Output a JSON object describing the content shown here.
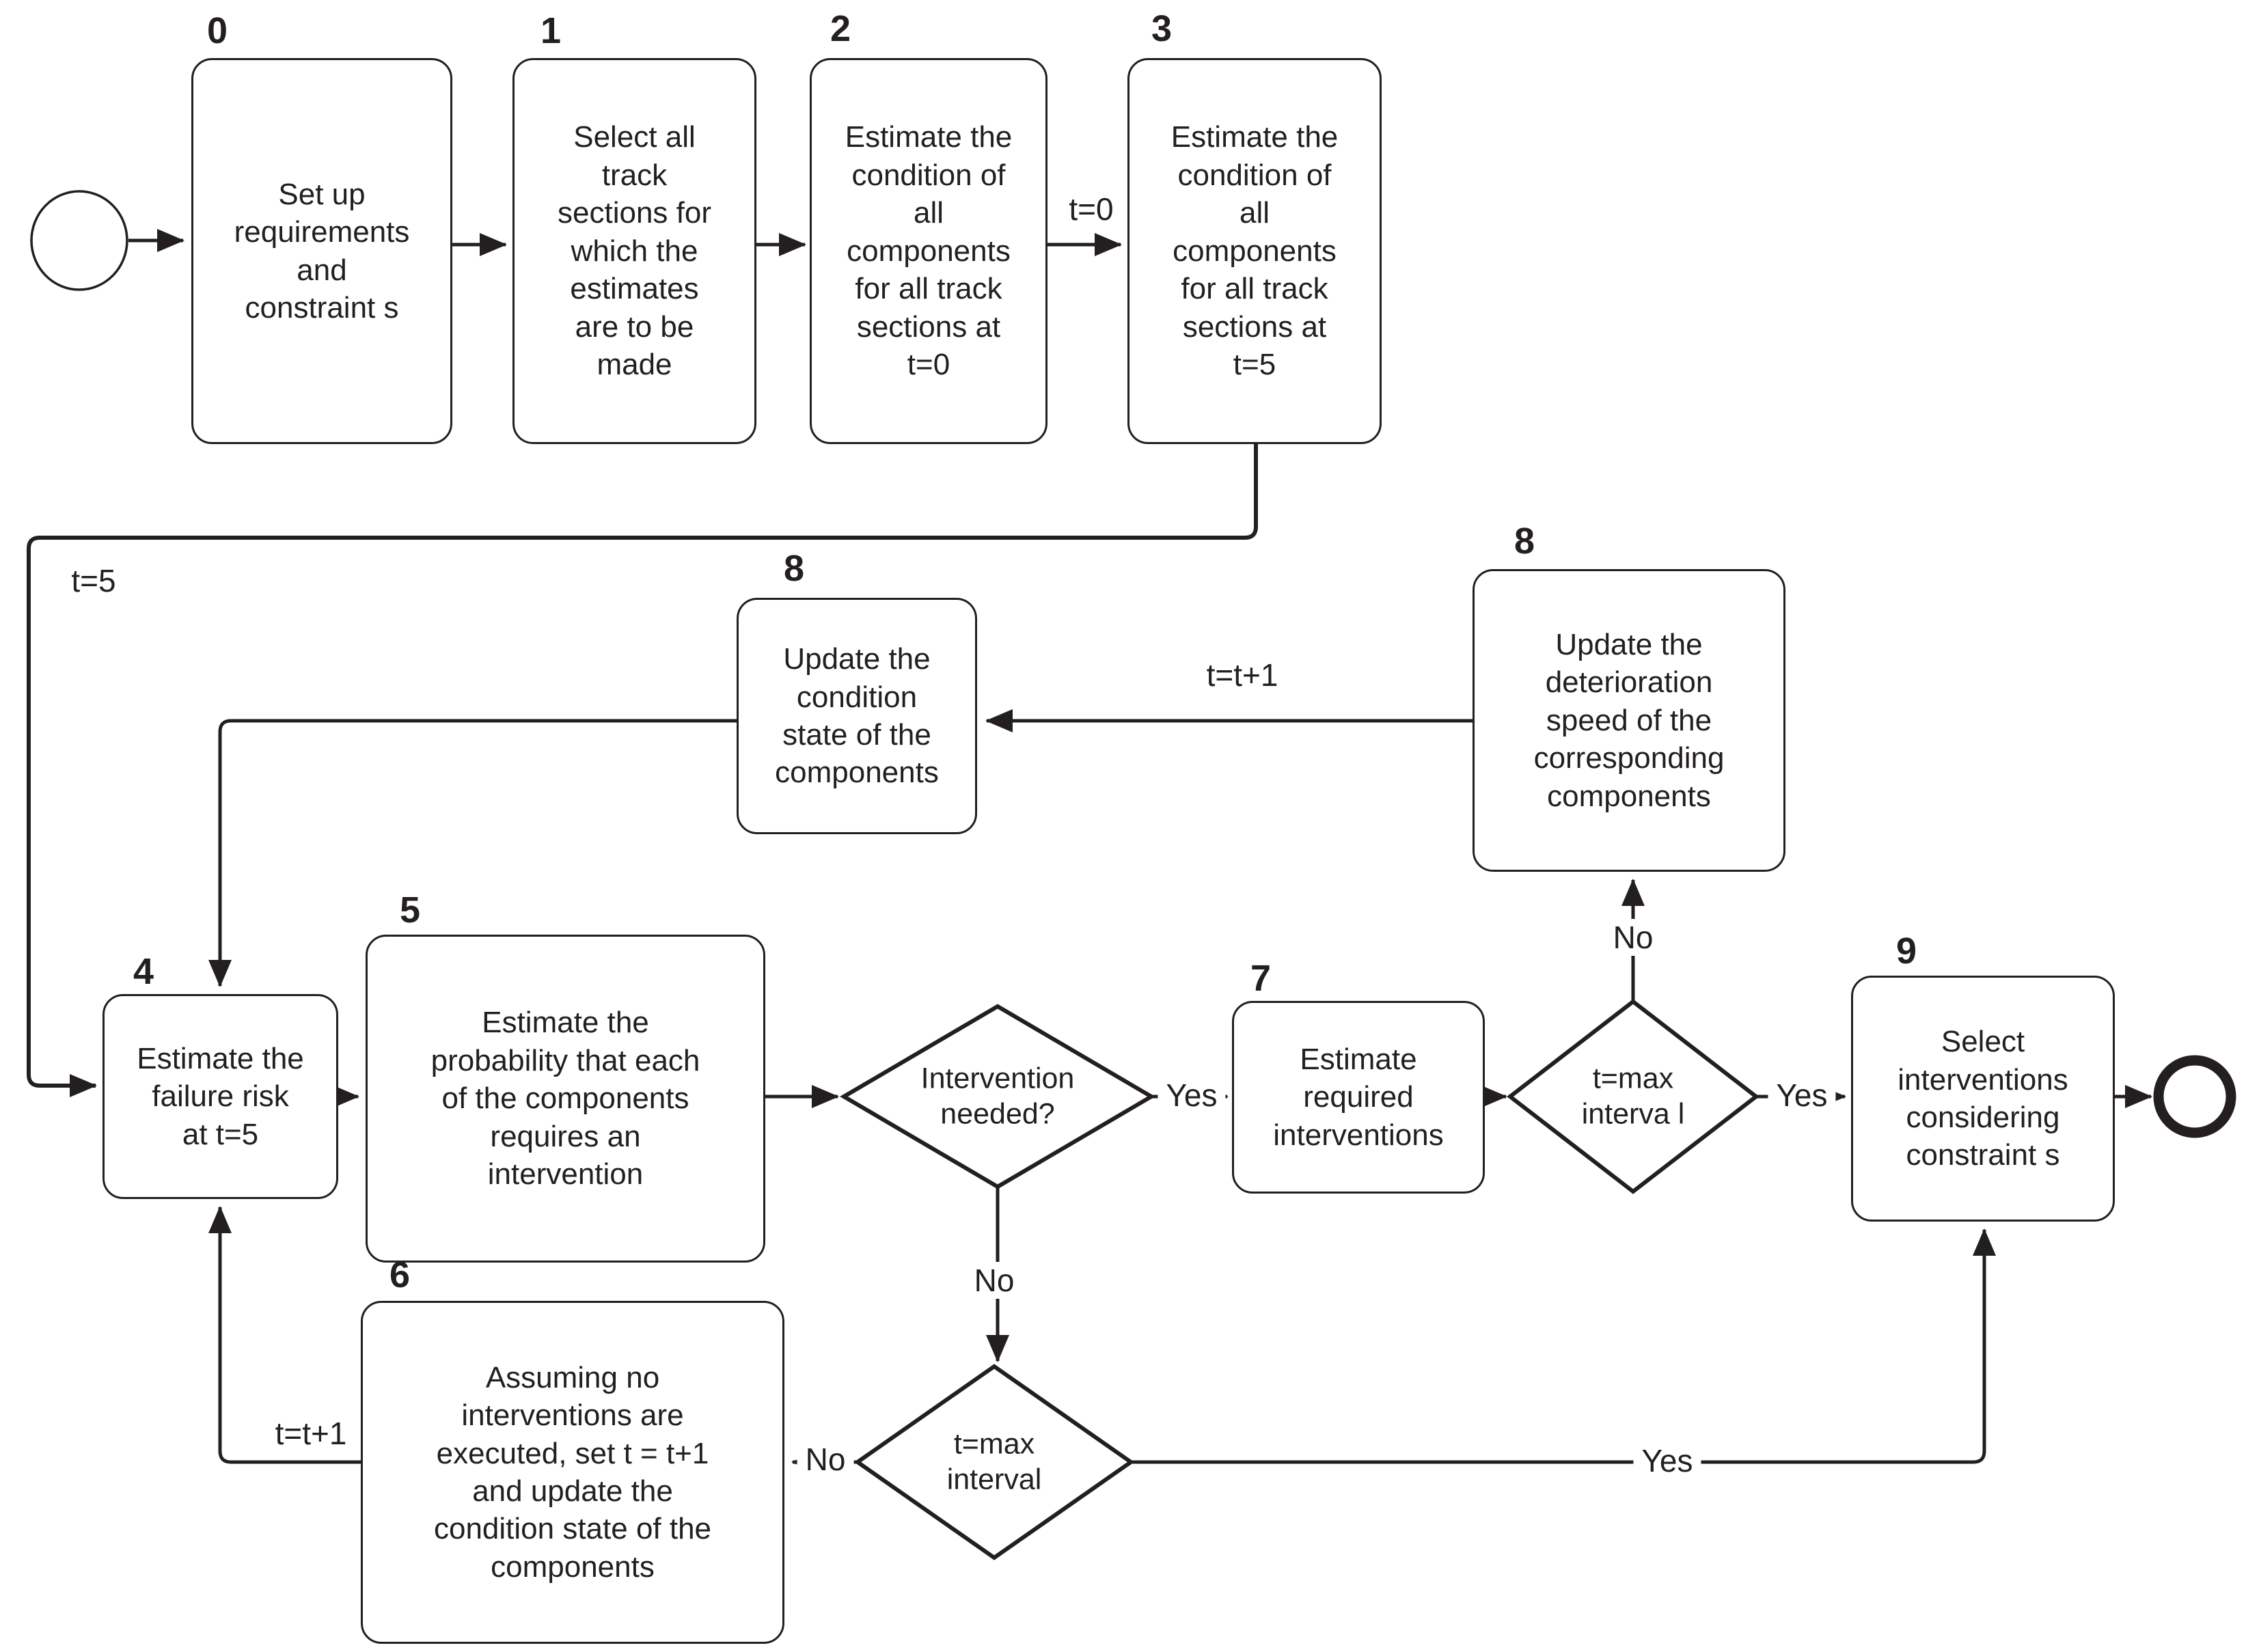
{
  "page": {
    "background": "#ffffff",
    "ink": "#231f20"
  },
  "nodes": {
    "start": {
      "name": "start"
    },
    "end": {
      "name": "end"
    },
    "box0": {
      "num": "0",
      "text": "Set up\nrequirements\nand\nconstraint s"
    },
    "box1": {
      "num": "1",
      "text": "Select all\ntrack\nsections for\nwhich the\nestimates\nare to be\nmade"
    },
    "box2": {
      "num": "2",
      "text": "Estimate the\ncondition of\nall\ncomponents\nfor all track\nsections at\nt=0"
    },
    "box3": {
      "num": "3",
      "text": "Estimate the\ncondition of\nall\ncomponents\nfor all track\nsections at\nt=5"
    },
    "box4": {
      "num": "4",
      "text": "Estimate the\nfailure risk\nat t=5"
    },
    "box5": {
      "num": "5",
      "text": "Estimate the\nprobability that each\nof the components\nrequires an\nintervention"
    },
    "box6": {
      "num": "6",
      "text": "Assuming no\ninterventions are\nexecuted, set t = t+1\nand update the\ncondition state of the\ncomponents"
    },
    "box7": {
      "num": "7",
      "text": "Estimate\nrequired\ninterventions"
    },
    "box8l": {
      "num": "8",
      "text": "Update the\ncondition\nstate of the\ncomponents"
    },
    "box8r": {
      "num": "8",
      "text": "Update the\ndeterioration\nspeed of the\ncorresponding\ncomponents"
    },
    "box9": {
      "num": "9",
      "text": "Select\ninterventions\nconsidering\nconstraint s"
    },
    "d1": {
      "text": "Intervention\nneeded?"
    },
    "d2": {
      "text": "t=max\ninterva l"
    },
    "d3": {
      "text": "t=max\ninterval"
    }
  },
  "edge_labels": {
    "t0": "t=0",
    "t5": "t=5",
    "tt1_top": "t=t+1",
    "tt1_bottom": "t=t+1",
    "yes_d1": "Yes",
    "yes_d2": "Yes",
    "yes_d3": "Yes",
    "no_d1": "No",
    "no_d2": "No",
    "no_d3": "No"
  }
}
